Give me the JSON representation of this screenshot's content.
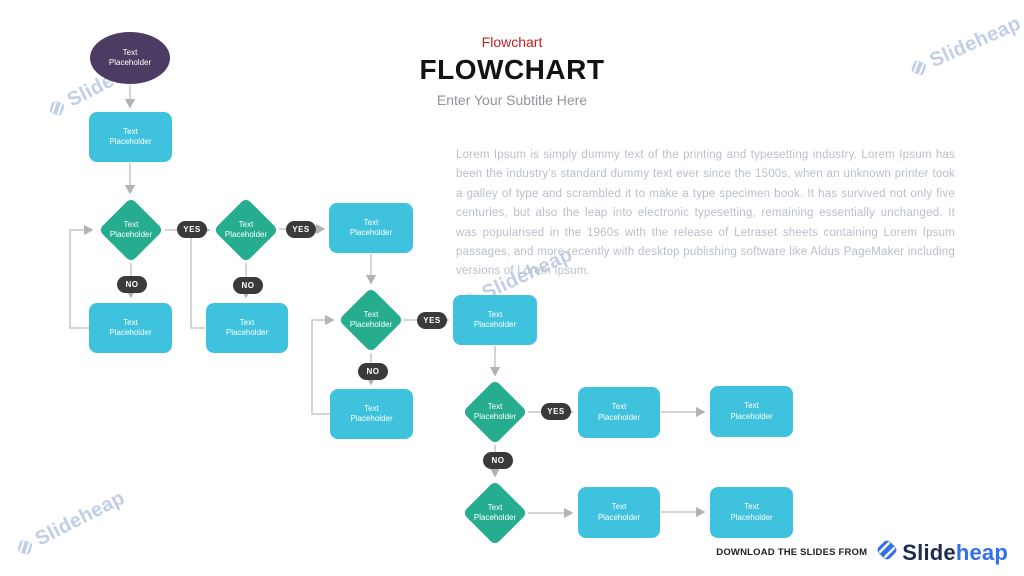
{
  "header": {
    "kicker": "Flowchart",
    "title": "FLOWCHART",
    "subtitle": "Enter Your Subtitle Here"
  },
  "body_text": "Lorem Ipsum is simply dummy text of the printing and typesetting industry. Lorem Ipsum has been the industry's standard dummy text ever since the 1500s, when an unknown printer took a galley of type and scrambled it to make a type specimen book. It has survived not only five centuries, but also the leap into electronic typesetting, remaining essentially unchanged. It was popularised in the 1960s with the release of Letraset sheets containing Lorem Ipsum passages, and more recently with desktop publishing software like Aldus PageMaker including versions of Lorem Ipsum.",
  "flowchart": {
    "node_label": "Text Placeholder",
    "yes_label": "YES",
    "no_label": "NO"
  },
  "watermark": {
    "text": "Slideheap"
  },
  "footer": {
    "download_text": "DOWNLOAD THE SLIDES FROM",
    "brand_first": "Slide",
    "brand_second": "heap"
  },
  "colors": {
    "accent_red": "#C01F26",
    "process_fill": "#3FC2DD",
    "decision_fill": "#26AD90",
    "terminator_fill": "#4C3B62",
    "badge_fill": "#3A3A3A",
    "connector": "#C6C6C6",
    "watermark": "#B7C6E4",
    "brand_dark": "#1C2B4F",
    "brand_blue": "#3170EC"
  }
}
